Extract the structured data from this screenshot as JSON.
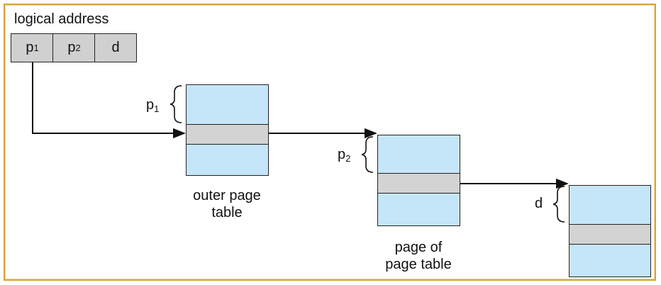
{
  "title": "logical address",
  "address": {
    "p1": {
      "base": "p",
      "sub": "1"
    },
    "p2": {
      "base": "p",
      "sub": "2"
    },
    "d": "d"
  },
  "tables": {
    "outer": {
      "label_line1": "outer page",
      "label_line2": "table",
      "index": {
        "base": "p",
        "sub": "1"
      }
    },
    "page": {
      "label_line1": "page of",
      "label_line2": "page table",
      "index": {
        "base": "p",
        "sub": "2"
      }
    },
    "frame": {
      "index": "d"
    }
  },
  "colors": {
    "frame_border": "#d9a23a",
    "table_fill": "#c5e6f8",
    "entry_fill": "#d3d3d3",
    "line": "#111111"
  }
}
